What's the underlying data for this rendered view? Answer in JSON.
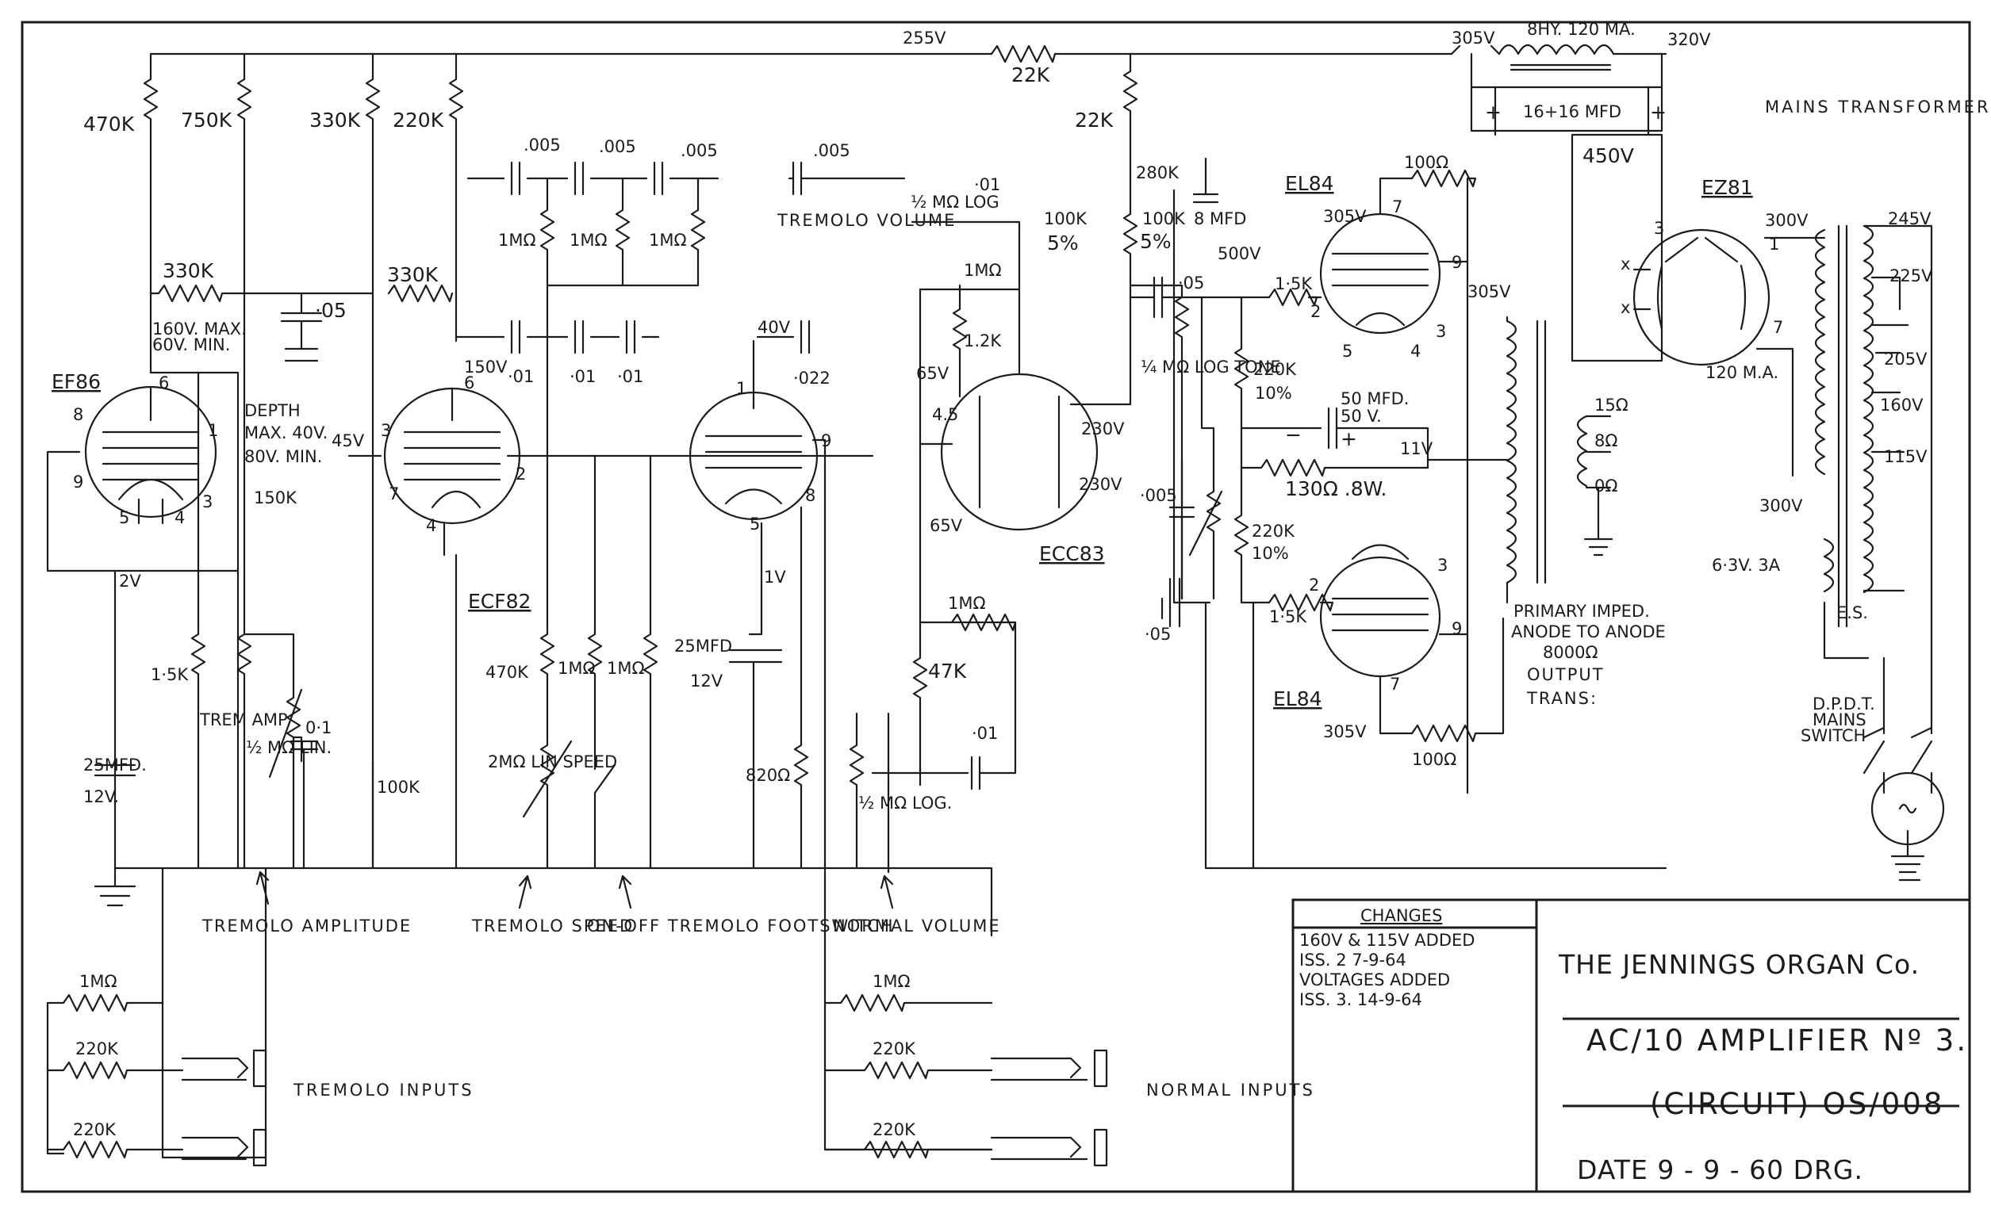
{
  "supply_voltages": [
    "255V",
    "305V",
    "320V"
  ],
  "components": {
    "r_470k_a": "470K",
    "r_750k": "750K",
    "r_330k_a": "330K",
    "r_220k_a": "220K",
    "r_220k_b": "220K",
    "r_22k_top": "22K",
    "r_22k_side": "22K",
    "cap_8mfd_a": "8 MFD",
    "cap_500v_a": "500V",
    "choke": "8HY. 120 MA.",
    "cap_16_16": "16+16 MFD",
    "cap_450v": "450V",
    "mains_transformer": "MAINS TRANSFORMER",
    "c_005_1": ".005",
    "c_005_2": ".005",
    "c_005_3": ".005",
    "c_005_4": ".005",
    "r_1m_1": "1MΩ",
    "r_1m_2": "1MΩ",
    "r_1m_3": "1MΩ",
    "tremolo_volume_label": "TREMOLO VOLUME",
    "pot_half_meg_log": "½ MΩ LOG",
    "c_01_a": "·01",
    "r_100k_a": "100K",
    "pct_5_a": "5%",
    "r_100k_b": "100K",
    "pct_5_b": "5%",
    "r_280k": "280K",
    "cap_8mfd_b": "8 MFD",
    "cap_500v_b": "500V",
    "el84_a": "EL84",
    "r_100_a": "100Ω",
    "v_305_a": "305V",
    "ez81": "EZ81",
    "v_300": "300V",
    "v_245": "245V",
    "v_225": "225V",
    "v_205": "205V",
    "v_160": "160V",
    "v_115": "115V",
    "r_330k_b": "330K",
    "r_330k_c": "330K",
    "c_05_a": "·05",
    "v_160max": "160V. MAX.",
    "v_60min": "60V. MIN.",
    "ef86": "EF86",
    "depth_1": "DEPTH",
    "depth_2": "MAX. 40V.",
    "depth_3": "80V. MIN.",
    "v_45": "45V",
    "v_150": "150V",
    "v_40": "40V",
    "c_01_b": "·01",
    "c_01_c": "·01",
    "c_01_d": "·01",
    "c_022": "·022",
    "r_1m_a": "1MΩ",
    "r_1_2k": "1.2K",
    "v_65_a": "65V",
    "v_4_5": "4.5",
    "v_65_b": "65V",
    "v_230_a": "230V",
    "v_230_b": "230V",
    "r_1_5k_a": "1·5K",
    "c_05_b": "·05",
    "r_220k_c": "220K",
    "pct_10_a": "10%",
    "cap_50mfd": "50 MFD.",
    "cap_50v": "50 V.",
    "v_11": "11V",
    "r_130": "130Ω .8W.",
    "r_220k_d": "220K",
    "pct_10_b": "10%",
    "r_1_5k_b": "1·5K",
    "c_005_5": "·005",
    "c_05_c": "·05",
    "pot_quarter_meg": "¼ MΩ LOG TONE",
    "ecc83": "ECC83",
    "v_305_b": "305V",
    "out_15": "15Ω",
    "out_8": "8Ω",
    "out_0": "0Ω",
    "primary_1": "PRIMARY IMPED.",
    "primary_2": "ANODE TO ANODE",
    "primary_3": "8000Ω",
    "primary_4": "OUTPUT",
    "primary_5": "TRANS:",
    "i_120ma": "120 M.A.",
    "v_300_b": "300V",
    "heater": "6·3V. 3A",
    "es": "E.S.",
    "dpdt_1": "D.P.D.T.",
    "dpdt_2": "MAINS",
    "dpdt_3": "SWITCH",
    "r_150k": "150K",
    "v_2": "2V",
    "v_1": "1V",
    "ecf82": "ECF82",
    "r_1_5k_c": "1·5K",
    "trem_amp": "TREM AMP",
    "pot_half_lin": "½ MΩ LIN.",
    "c_0_1": "0·1",
    "cap_25mfd_a": "25MFD.",
    "cap_12v_a": "12V.",
    "r_100k_c": "100K",
    "r_470k_b": "470K",
    "r_1m_b": "1MΩ",
    "r_1m_c": "1MΩ",
    "pot_2m_lin": "2MΩ LIN SPEED",
    "cap_25mfd_b": "25MFD",
    "cap_12v_b": "12V",
    "r_820": "820Ω",
    "r_1m_d": "1MΩ",
    "r_47k": "47K",
    "c_01_e": "·01",
    "pot_half_log": "½ MΩ LOG.",
    "el84_b": "EL84",
    "v_305_c": "305V",
    "r_100_b": "100Ω"
  },
  "controls": {
    "tremolo_amplitude": "TREMOLO AMPLITUDE",
    "tremolo_speed": "TREMOLO SPEED",
    "onoff_footswitch": "ON-OFF TREMOLO FOOTSWITCH",
    "normal_volume": "NORMAL VOLUME"
  },
  "inputs": {
    "tremolo_r1": "1MΩ",
    "tremolo_r2": "220K",
    "tremolo_r3": "220K",
    "tremolo_label": "TREMOLO INPUTS",
    "normal_r1": "1MΩ",
    "normal_r2": "220K",
    "normal_r3": "220K",
    "normal_label": "NORMAL INPUTS"
  },
  "title_block": {
    "changes_header": "CHANGES",
    "changes": [
      "160V & 115V ADDED",
      "ISS. 2   7-9-64",
      "VOLTAGES ADDED",
      "ISS. 3.   14-9-64"
    ],
    "company": "THE JENNINGS ORGAN Co.",
    "model": "AC/10 AMPLIFIER Nº 3.",
    "drawing_no": "(CIRCUIT) OS/008",
    "date": "DATE  9 - 9 - 60 DRG."
  }
}
